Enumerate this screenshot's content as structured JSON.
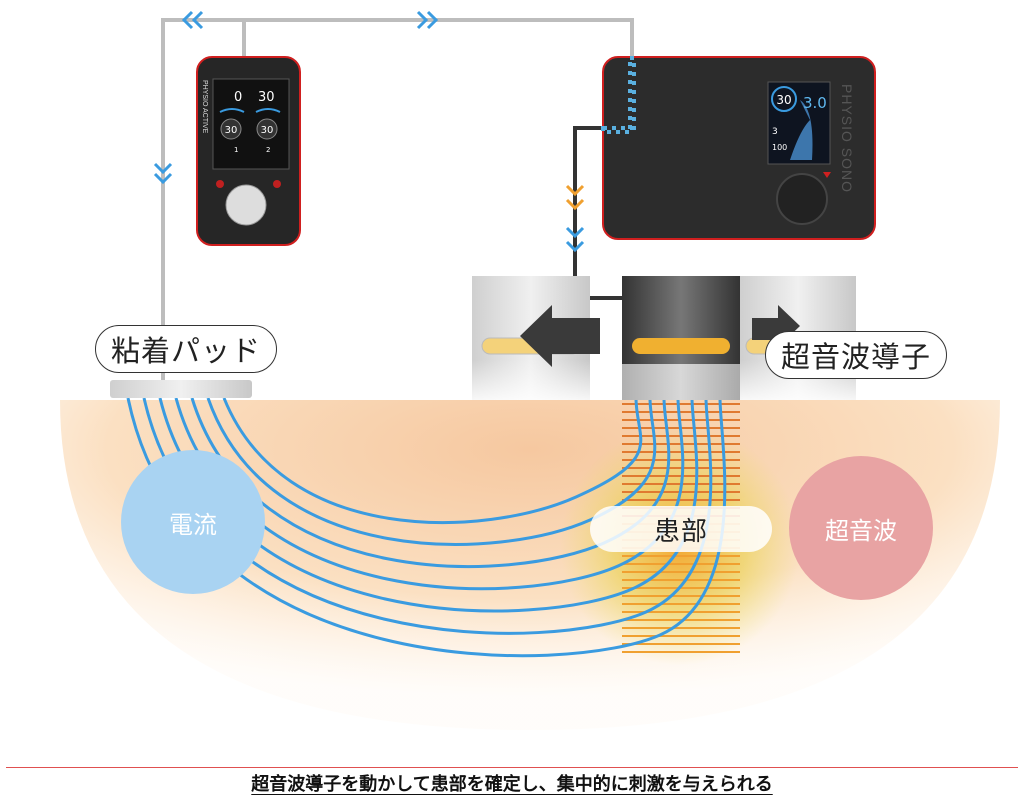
{
  "labels": {
    "pad": "粘着パッド",
    "transducer": "超音波導子",
    "current": "電流",
    "ultrasound": "超音波",
    "affected_area": "患部"
  },
  "devices": {
    "active": {
      "brand": "PHYSIO ACTIVE",
      "ch1_value": "0",
      "ch2_value": "30",
      "ch1_timer": "30",
      "ch2_timer": "30",
      "ch1_mode": "1",
      "ch2_mode": "2"
    },
    "sono": {
      "brand": "PHYSIO SONO",
      "timer": "30",
      "intensity": "3.0",
      "freq": "3",
      "duty": "100"
    }
  },
  "caption": "超音波導子を動かして患部を確定し、集中的に刺激を与えられる",
  "colors": {
    "current": "#a9d3f2",
    "ultrasound": "#e8a3a3",
    "wave": "#3a9be0",
    "frame": "#d01f1f"
  }
}
